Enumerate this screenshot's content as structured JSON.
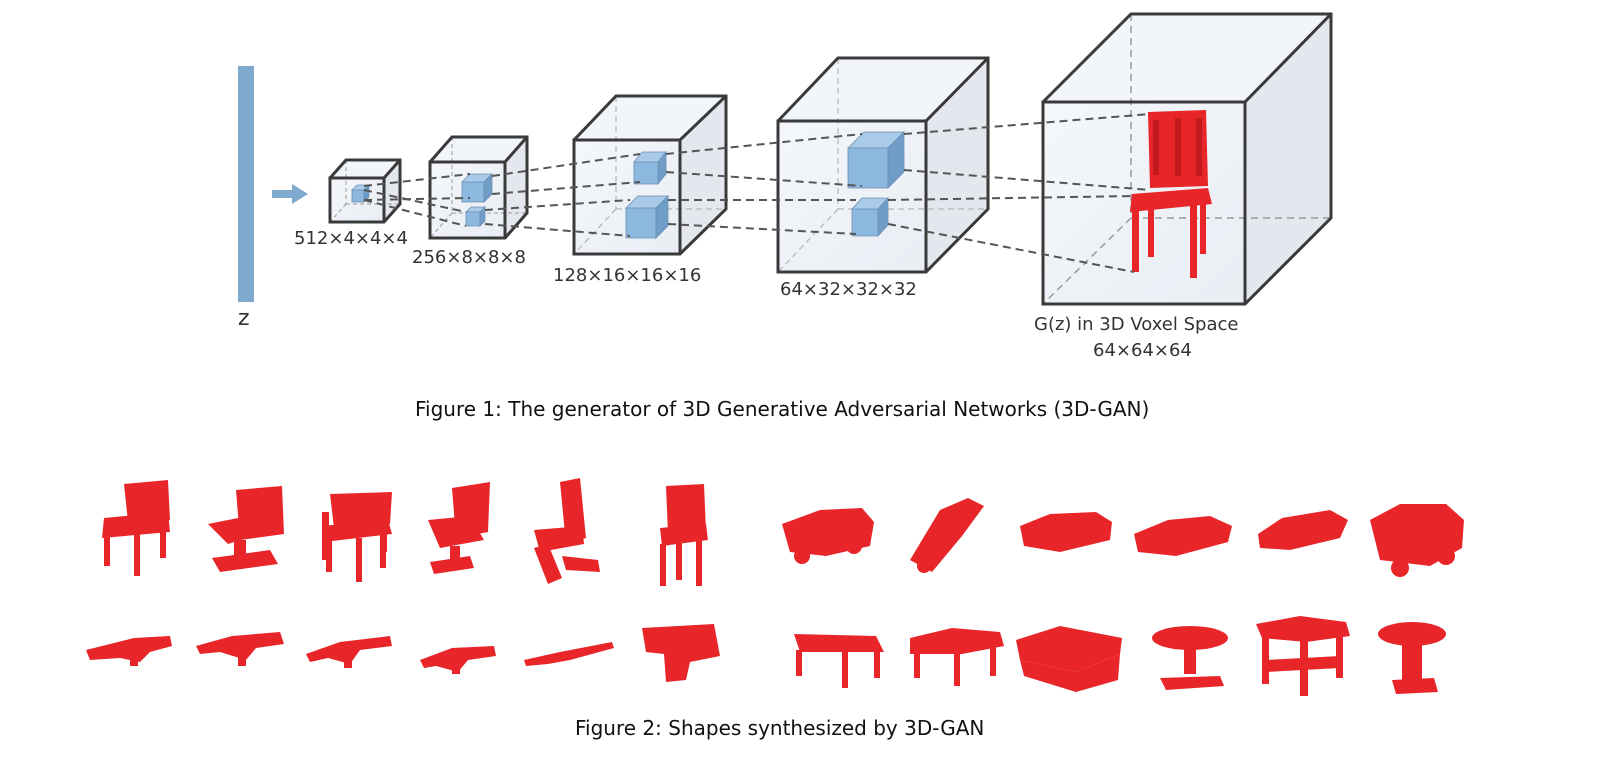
{
  "figure1": {
    "z_label": "z",
    "layers": [
      {
        "label": "512×4×4×4"
      },
      {
        "label": "256×8×8×8"
      },
      {
        "label": "128×16×16×16"
      },
      {
        "label": "64×32×32×32"
      }
    ],
    "output_label_line1": "G(z) in 3D Voxel Space",
    "output_label_line2": "64×64×64",
    "caption": "Figure 1: The generator of 3D Generative Adversarial Networks (3D-GAN)",
    "colors": {
      "latent": "#7fa8cf",
      "subcube": "#8db9e0",
      "voxel": "#e8262a",
      "edge": "#3a3a3a"
    }
  },
  "figure2": {
    "rows": [
      [
        "chair",
        "chair",
        "chair",
        "chair",
        "chair",
        "chair",
        "car",
        "car",
        "car",
        "car",
        "car",
        "car"
      ],
      [
        "gun",
        "gun",
        "gun",
        "gun",
        "gun",
        "gun",
        "table",
        "table",
        "table",
        "table",
        "table",
        "table"
      ]
    ],
    "caption": "Figure 2: Shapes synthesized by 3D-GAN",
    "colors": {
      "shape": "#e8262a"
    }
  }
}
